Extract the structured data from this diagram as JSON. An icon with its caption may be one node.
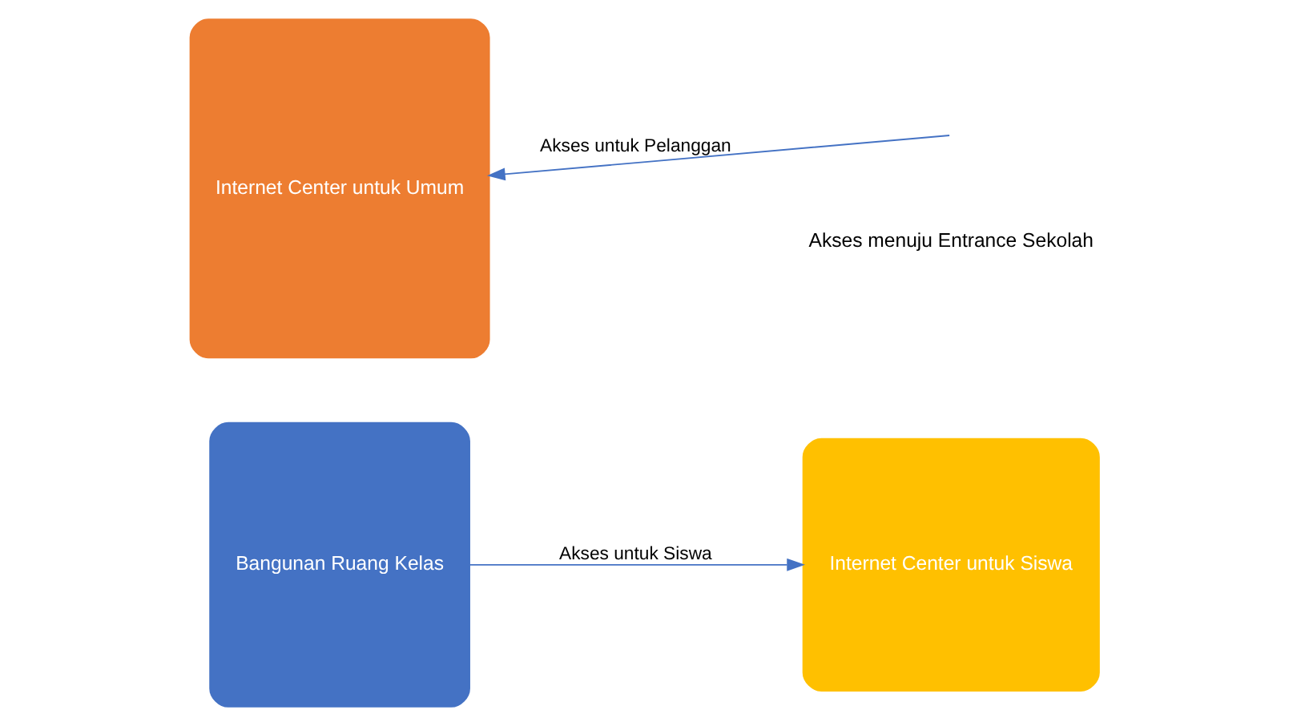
{
  "diagram": {
    "nodes": [
      {
        "text": [
          "Bangunan Ruang Kelas"
        ]
      },
      {
        "text": [
          "Internet Center untuk Siswa"
        ]
      },
      {
        "text": [
          "Internet Center untuk Umum"
        ]
      }
    ],
    "edges": [
      {
        "from": 0,
        "to": 1,
        "arrow": "to",
        "label": "Akses untuk Siswa"
      },
      {
        "from": null,
        "to": 2,
        "arrow": "to",
        "label": "Akses untuk Pelanggan"
      }
    ],
    "labels": [
      "Akses menuju Entrance Sekolah"
    ]
  }
}
